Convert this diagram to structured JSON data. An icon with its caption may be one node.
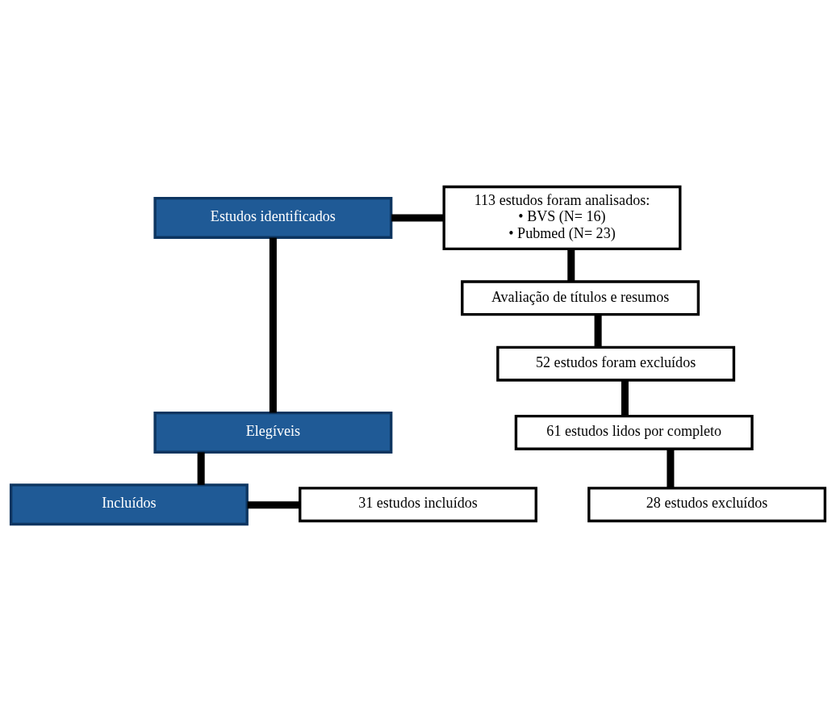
{
  "diagram": {
    "nodes": [
      {
        "text": [
          "Estudos identificados"
        ]
      },
      {
        "text": [
          "Elegíveis"
        ]
      },
      {
        "text": [
          "Incluídos"
        ]
      },
      {
        "text": [
          "113 estudos foram analisados:",
          "• BVS (N= 16)",
          "• Pubmed (N= 23)"
        ]
      },
      {
        "text": [
          "Avaliação de títulos e resumos"
        ]
      },
      {
        "text": [
          "52 estudos foram excluídos"
        ]
      },
      {
        "text": [
          "61 estudos lidos por completo"
        ]
      },
      {
        "text": [
          "28 estudos excluídos"
        ]
      },
      {
        "text": [
          "31 estudos incluídos"
        ]
      }
    ],
    "edges": [
      {
        "from": 0,
        "to": 3,
        "arrow": "none"
      },
      {
        "from": 0,
        "to": 1,
        "arrow": "none"
      },
      {
        "from": 1,
        "to": 2,
        "arrow": "none"
      },
      {
        "from": 2,
        "to": 8,
        "arrow": "none"
      },
      {
        "from": 3,
        "to": 4,
        "arrow": "none"
      },
      {
        "from": 4,
        "to": 5,
        "arrow": "none"
      },
      {
        "from": 5,
        "to": 6,
        "arrow": "none"
      },
      {
        "from": 6,
        "to": 7,
        "arrow": "none"
      }
    ]
  }
}
